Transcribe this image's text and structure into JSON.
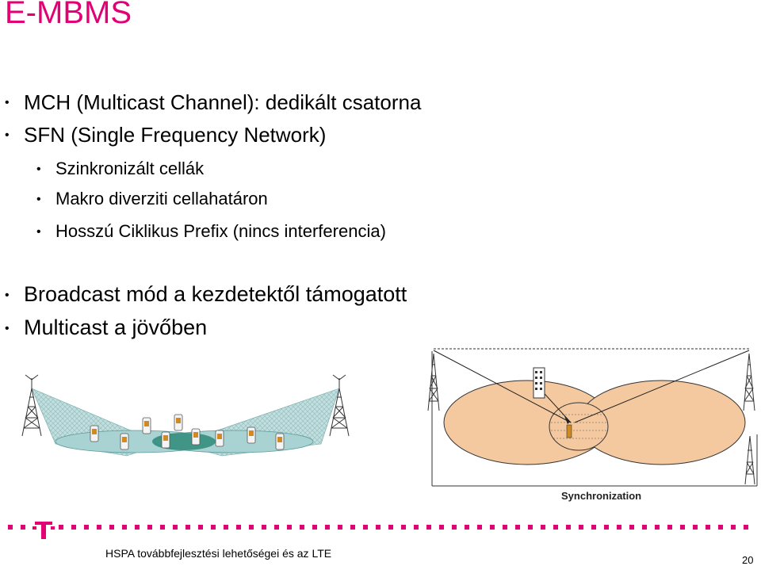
{
  "slide": {
    "title": "E-MBMS",
    "bullets_top": [
      {
        "text": "MCH (Multicast Channel): dedikált csatorna",
        "level": 1
      },
      {
        "text": "SFN (Single Frequency Network)",
        "level": 1
      },
      {
        "text": "Szinkronizált cellák",
        "level": 2
      },
      {
        "text": "Makro diverziti cellahatáron",
        "level": 2
      },
      {
        "text": "Hosszú Ciklikus Prefix (nincs interferencia)",
        "level": 2
      }
    ],
    "bullets_bottom": [
      {
        "text": "Broadcast mód a kezdetektől támogatott"
      },
      {
        "text": "Multicast a jövőben"
      }
    ],
    "figure_right_label": "Synchronization",
    "footer_text": "HSPA továbbfejlesztési lehetőségei és az LTE",
    "page_number": "20"
  },
  "colors": {
    "accent": "#e20074",
    "beam_fill": "#b8d8d8",
    "cell_fill": "#f5c9a0",
    "overlap_fill": "#2e8b7a"
  }
}
